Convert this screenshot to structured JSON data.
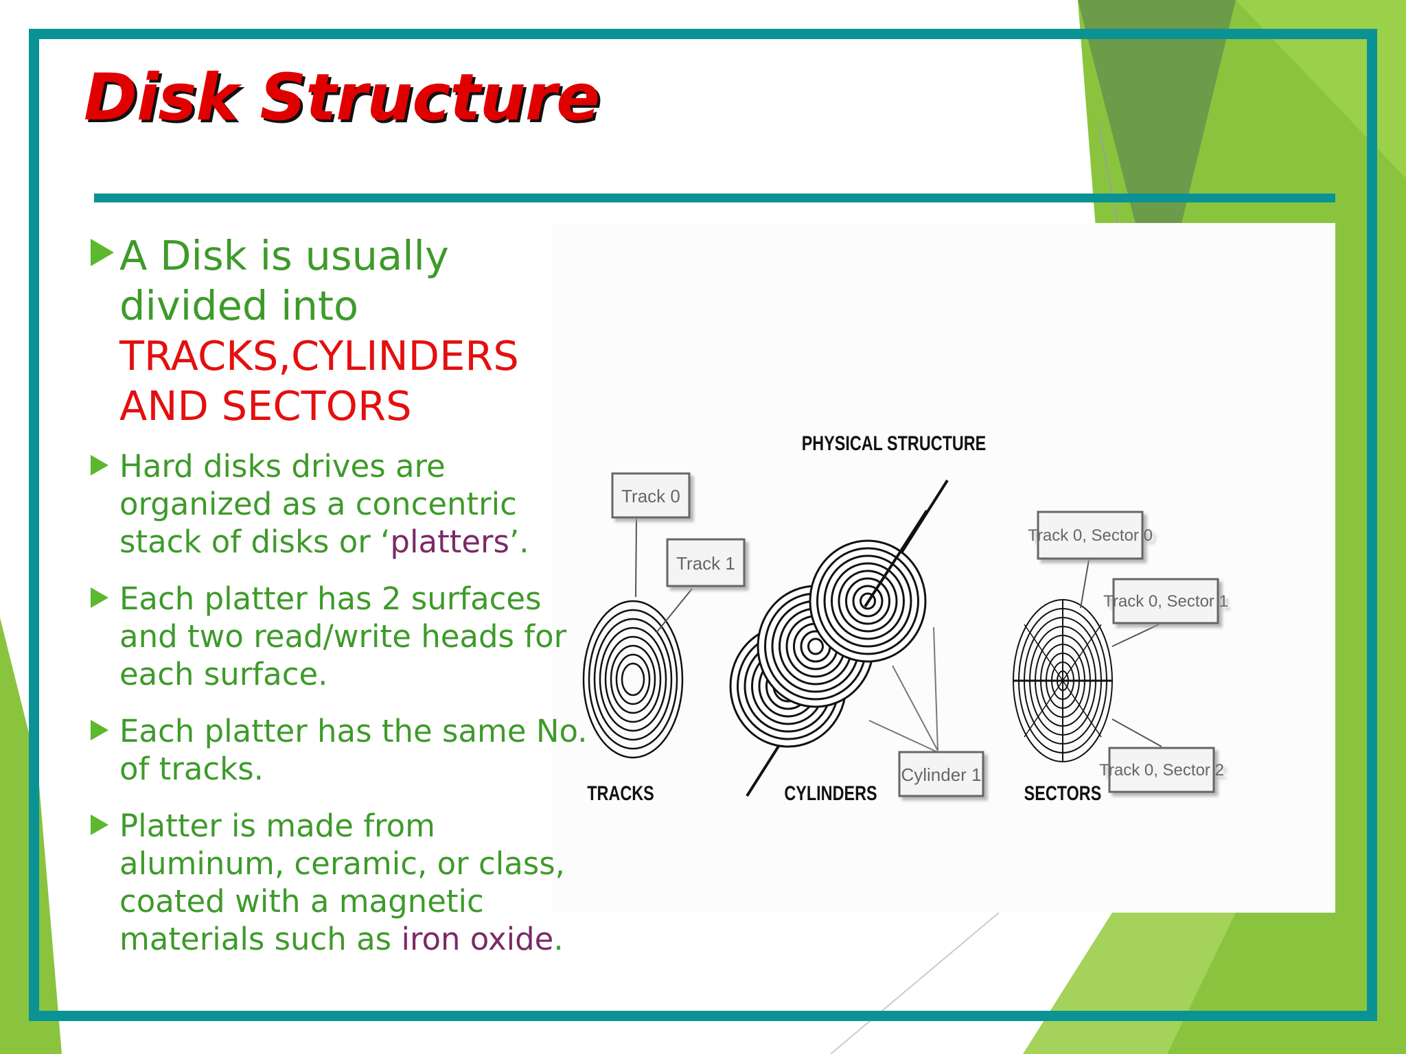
{
  "slide": {
    "title": "Disk Structure",
    "colors": {
      "title": "#e00000",
      "frame": "#0b9294",
      "body_text": "#3e9a2a",
      "highlight_red": "#e40f0f",
      "highlight_purple": "#7b2a66",
      "accent_green": "#8ac43f"
    },
    "bullets": [
      {
        "text": " A Disk is usually divided into ",
        "highlight": "TRACKS,CYLINDERS AND SECTORS",
        "tail": ""
      },
      {
        "text": "Hard disks drives are organized as a concentric stack of disks or ‘",
        "highlight": "platters",
        "tail": "’."
      },
      {
        "text": "Each platter has 2 surfaces and two read/write heads for each surface.",
        "highlight": "",
        "tail": ""
      },
      {
        "text": "Each platter has the same No. of tracks.",
        "highlight": "",
        "tail": ""
      },
      {
        "text": "Platter is made from aluminum, ceramic, or class, coated with a magnetic materials such as ",
        "highlight": "iron oxide",
        "tail": "."
      }
    ]
  },
  "figure": {
    "heading": "PHYSICAL STRUCTURE",
    "captions": {
      "tracks": "TRACKS",
      "cylinders": "CYLINDERS",
      "sectors": "SECTORS"
    },
    "labels": {
      "track0": "Track 0",
      "track1": "Track 1",
      "cylinder1": "Cylinder 1",
      "track0_sector0": "Track 0, Sector 0",
      "track0_sector1": "Track 0, Sector 1",
      "track0_sector2": "Track 0, Sector 2"
    }
  }
}
